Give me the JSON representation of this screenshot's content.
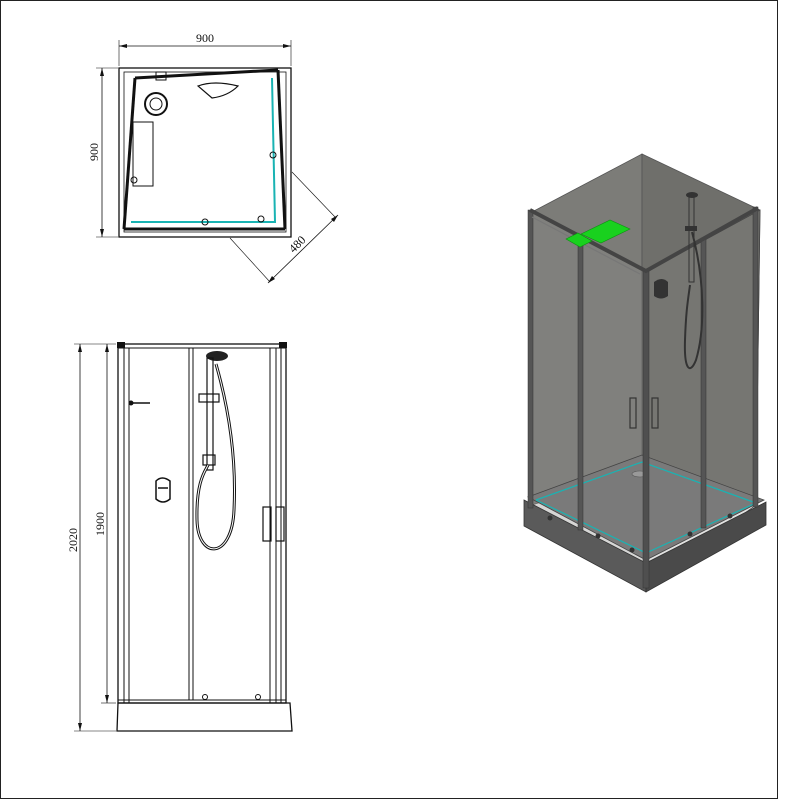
{
  "drawing": {
    "top_view": {
      "width_label": "900",
      "depth_label": "900",
      "door_diag_label": "480"
    },
    "front_view": {
      "total_height_label": "2020",
      "glass_height_label": "1900"
    },
    "colors": {
      "line": "#111111",
      "glass_edge": "#19b3b3",
      "panel_dark": "#6b6b6b",
      "panel_mid": "#808080",
      "panel_light": "#9a9a9a",
      "tray": "#5c5c5c",
      "tray_side": "#4a4a4a",
      "label_green": "#19d11e"
    }
  }
}
